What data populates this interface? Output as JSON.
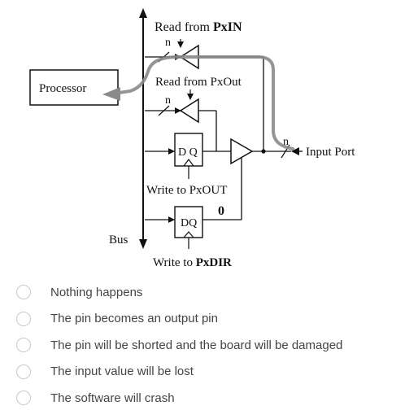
{
  "diagram": {
    "label_read_pxin_prefix": "Read from ",
    "label_read_pxin_reg": "PxIN",
    "label_n_top": "n",
    "label_processor": "Processor",
    "label_read_pxout": "Read from PxOut",
    "label_n_mid": "n",
    "label_dq_top": "D Q",
    "label_n_right": "n",
    "label_input_port": "Input Port",
    "label_write_pxout": "Write to PxOUT",
    "label_zero": "0",
    "label_dq_bottom": "DQ",
    "label_bus": "Bus",
    "label_write_pxdir_prefix": "Write to ",
    "label_write_pxdir_reg": "PxDIR"
  },
  "options": [
    {
      "label": "Nothing happens"
    },
    {
      "label": "The pin becomes an output pin"
    },
    {
      "label": "The pin will be shorted and the board will be damaged"
    },
    {
      "label": "The input value will be lost"
    },
    {
      "label": "The software will crash"
    }
  ]
}
